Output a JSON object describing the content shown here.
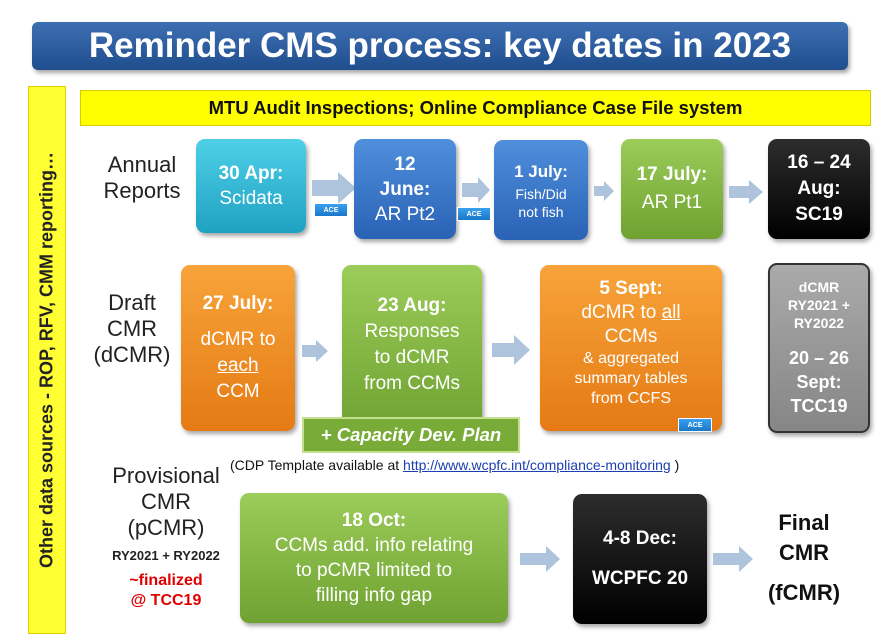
{
  "title": "Reminder CMS process: key dates in 2023",
  "side_label": "Other data sources - ROP, RFV, CMM reporting…",
  "banner": "MTU Audit Inspections; Online Compliance Case File system",
  "rows": {
    "annual": {
      "line1": "Annual",
      "line2": "Reports"
    },
    "draft": {
      "line1": "Draft",
      "line2": "CMR",
      "line3": "(dCMR)"
    },
    "provisional": {
      "line1": "Provisional",
      "line2": "CMR",
      "line3": "(pCMR)",
      "years": "RY2021 + RY2022",
      "note1": "~finalized",
      "note2": "@ TCC19"
    }
  },
  "annual_boxes": [
    {
      "line1": "30 Apr:",
      "line2": "Scidata"
    },
    {
      "line1": "12",
      "line2": "June:",
      "line3": "AR Pt2"
    },
    {
      "line1": "1 July:",
      "line2": "Fish/Did",
      "line3": "not fish"
    },
    {
      "line1": "17 July:",
      "line2": "AR Pt1"
    },
    {
      "line1": "16 – 24",
      "line2": "Aug:",
      "line3": "SC19"
    }
  ],
  "draft_boxes": [
    {
      "line1": "27 July:",
      "line2": "dCMR to",
      "line3": "each",
      "line4": "CCM"
    },
    {
      "line1": "23 Aug:",
      "line2": "Responses",
      "line3": "to dCMR",
      "line4": "from CCMs"
    },
    {
      "line1": "5 Sept:",
      "line2a": "dCMR to ",
      "line2b": "all",
      "line3": "CCMs",
      "line4": "& aggregated",
      "line5": "summary tables",
      "line6": "from CCFS"
    },
    {
      "line1": "dCMR",
      "line2": "RY2021 +",
      "line3": "RY2022",
      "line4": "20 – 26",
      "line5": "Sept:",
      "line6": "TCC19"
    }
  ],
  "capacity_plan": "+ Capacity Dev. Plan",
  "cdp_note": {
    "prefix": "(CDP Template available at ",
    "link": "http://www.wcpfc.int/compliance-monitoring",
    "suffix": " )"
  },
  "provisional_boxes": [
    {
      "line1": "18 Oct:",
      "line2": "CCMs add. info relating",
      "line3": "to pCMR limited to",
      "line4": "filling info gap"
    },
    {
      "line1": "4-8 Dec:",
      "line2": "WCPFC 20"
    }
  ],
  "final": {
    "line1": "Final",
    "line2": "CMR",
    "line3": "(fCMR)"
  },
  "ace_tag": "ACE",
  "colors": {
    "title_blue": "#2a5a9e",
    "banner_yellow": "#ffff00",
    "teal": "#1fa2c2",
    "blue": "#2a62b5",
    "green": "#6fa232",
    "orange": "#e57a14",
    "red": "#e00000"
  }
}
